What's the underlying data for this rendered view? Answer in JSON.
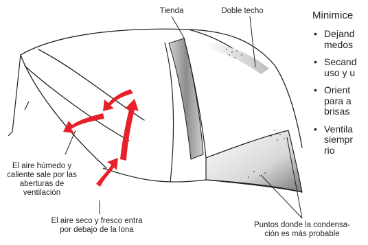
{
  "labels": {
    "tienda": "Tienda",
    "doble_techo": "Doble techo",
    "aire_humedo": "El aire húmedo y caliente sale por las aberturas de ventilación",
    "aire_seco": "El aire seco y fresco entra por debajo de la lona",
    "puntos": "Puntos donde la condensa-\nción es más probable"
  },
  "sidebar": {
    "title": "Minimice",
    "tips": [
      "Dejand\nmedos",
      "Secand\nuso y u",
      "Orient\npara a\nbrisas",
      "Ventila\nsiempr\nrio"
    ]
  },
  "colors": {
    "arrow": "#e8202b",
    "line": "#231f20",
    "shade": "#9a9a9a"
  },
  "icons": {
    "bullet": "bullet-dot"
  }
}
